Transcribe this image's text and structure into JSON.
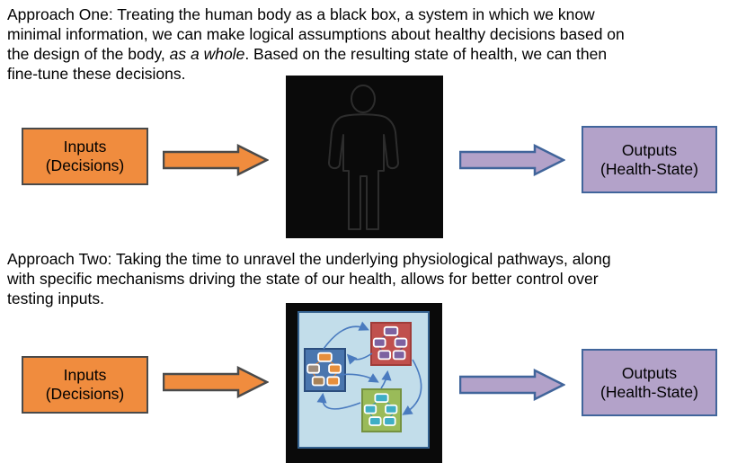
{
  "approach_one": {
    "line1": "Approach One: Treating the human body as a black box, a system in which we know",
    "line2": "minimal information, we can make logical assumptions about healthy decisions based on",
    "line3_pre": "the design of the body, ",
    "line3_italic": "as a whole",
    "line3_post": ". Based on the resulting state of health, we can then",
    "line4": "fine-tune these decisions."
  },
  "approach_two": {
    "line1": "Approach Two: Taking the time to unravel the underlying physiological pathways, along",
    "line2": "with specific mechanisms driving the state of our health, allows for better control over",
    "line3": "testing inputs."
  },
  "flow": {
    "inputs_line1": "Inputs",
    "inputs_line2": "(Decisions)",
    "outputs_line1": "Outputs",
    "outputs_line2": "(Health-State)"
  },
  "icons": {
    "black_box_icon": "person-outline-icon",
    "network_icon": "pathway-network-icon",
    "forward_arrow_icon": "right-block-arrow-icon"
  },
  "colors": {
    "page_bg": "#FFFFFF",
    "text": "#000000",
    "orange_fill": "#F08C3E",
    "dark_border": "#4A4A4A",
    "purple_fill": "#B3A2C9",
    "steel_border": "#41659B",
    "black_fill": "#0A0A0A",
    "figure_stroke": "#2D2D2D",
    "panel_fill": "#C2DDEA",
    "panel_border": "#33608D",
    "box_blue": "#4A76AE",
    "box_blue_border": "#2C4E7E",
    "box_red": "#C0504D",
    "box_red_border": "#A03C39",
    "box_green": "#9ABB59",
    "box_green_border": "#759240",
    "node_orange": "#E78F3C",
    "node_taupe": "#9D8B7B",
    "node_brown": "#A78258",
    "node_purple": "#7D62A0",
    "node_teal": "#3FAEC5",
    "flow_arrow": "#4A7BBF",
    "arrow_in_blue": "#D97C2E",
    "arrow_in_red": "#5C4677",
    "arrow_in_green": "#2F95AC"
  }
}
